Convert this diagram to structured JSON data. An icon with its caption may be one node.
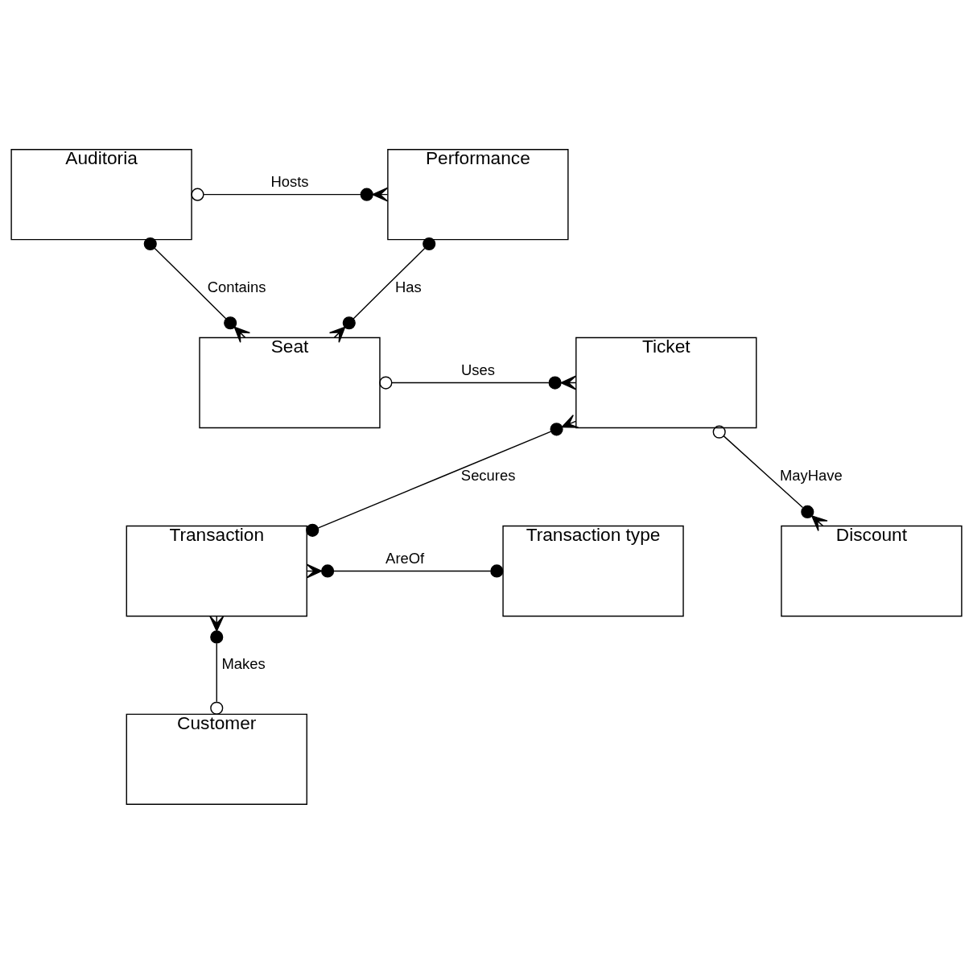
{
  "diagram": {
    "nodes": [
      {
        "text": [
          "Auditoria"
        ]
      },
      {
        "text": [
          "Performance"
        ]
      },
      {
        "text": [
          "Seat"
        ]
      },
      {
        "text": [
          "Ticket"
        ]
      },
      {
        "text": [
          "Transaction type"
        ]
      },
      {
        "text": [
          "Transaction"
        ]
      },
      {
        "text": [
          "Discount"
        ]
      },
      {
        "text": [
          "Customer"
        ]
      }
    ],
    "edges": [
      {
        "from": 0,
        "to": 1,
        "arrow": "other",
        "label": "Hosts"
      },
      {
        "from": 0,
        "to": 2,
        "arrow": "other",
        "label": "Contains"
      },
      {
        "from": 1,
        "to": 2,
        "arrow": "other",
        "label": "Has"
      },
      {
        "from": 2,
        "to": 3,
        "arrow": "other",
        "label": "Uses"
      },
      {
        "from": 3,
        "to": 5,
        "arrow": "other",
        "label": "Secures"
      },
      {
        "from": 3,
        "to": 6,
        "arrow": "other",
        "label": "MayHave"
      },
      {
        "from": 4,
        "to": 5,
        "arrow": "other",
        "label": "AreOf"
      },
      {
        "from": 5,
        "to": 7,
        "arrow": "other",
        "label": "Makes"
      }
    ]
  }
}
